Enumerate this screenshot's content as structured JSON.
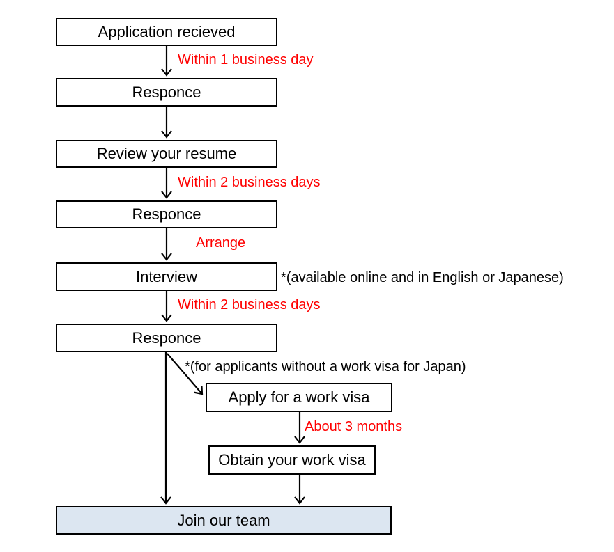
{
  "colors": {
    "background": "#ffffff",
    "box_border": "#000000",
    "box_fill": "#ffffff",
    "join_box_fill": "#dce6f1",
    "edge_label_red": "#ff0000",
    "text_black": "#000000"
  },
  "diagram": {
    "type": "flowchart",
    "boxes": [
      {
        "label": "Application recieved"
      },
      {
        "label": "Responce"
      },
      {
        "label": "Review your resume"
      },
      {
        "label": "Responce"
      },
      {
        "label": "Interview"
      },
      {
        "label": "Responce"
      },
      {
        "label": "Apply for a work visa"
      },
      {
        "label": "Obtain your work visa"
      },
      {
        "label": "Join our team"
      }
    ],
    "edge_labels": [
      {
        "text": "Within 1 business day"
      },
      {
        "text": "Within 2 business days"
      },
      {
        "text": "Arrange"
      },
      {
        "text": "Within 2 business days"
      },
      {
        "text": "About 3 months"
      }
    ],
    "notes": [
      {
        "text": "*(available online and in English or Japanese)"
      },
      {
        "text": "*(for applicants without a work visa for Japan)"
      }
    ]
  }
}
